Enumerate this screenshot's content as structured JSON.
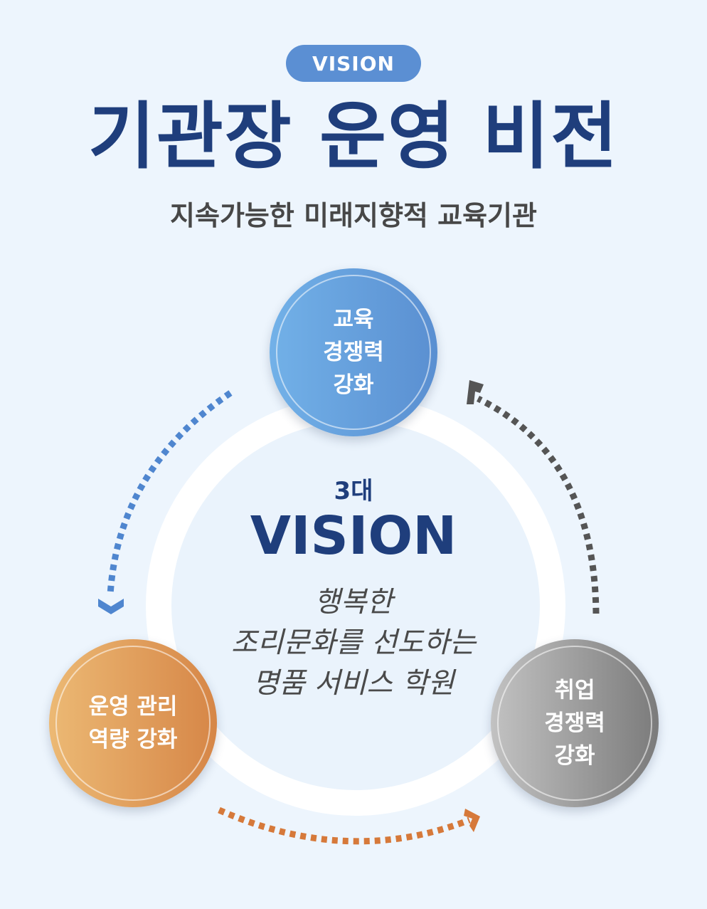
{
  "header": {
    "badge": "VISION",
    "title": "기관장 운영 비전",
    "subtitle": "지속가능한 미래지향적 교육기관"
  },
  "center": {
    "small": "3대",
    "big": "VISION",
    "slogan": "행복한\n조리문화를 선도하는\n명품 서비스 학원"
  },
  "nodes": {
    "education": "교육\n경쟁력\n강화",
    "operation": "운영 관리\n역량 강화",
    "employment": "취업\n경쟁력\n강화"
  },
  "colors": {
    "title": "#1f3e7c",
    "blue": "#5b8fd3",
    "orange": "#d9813f",
    "gray": "#555555"
  }
}
